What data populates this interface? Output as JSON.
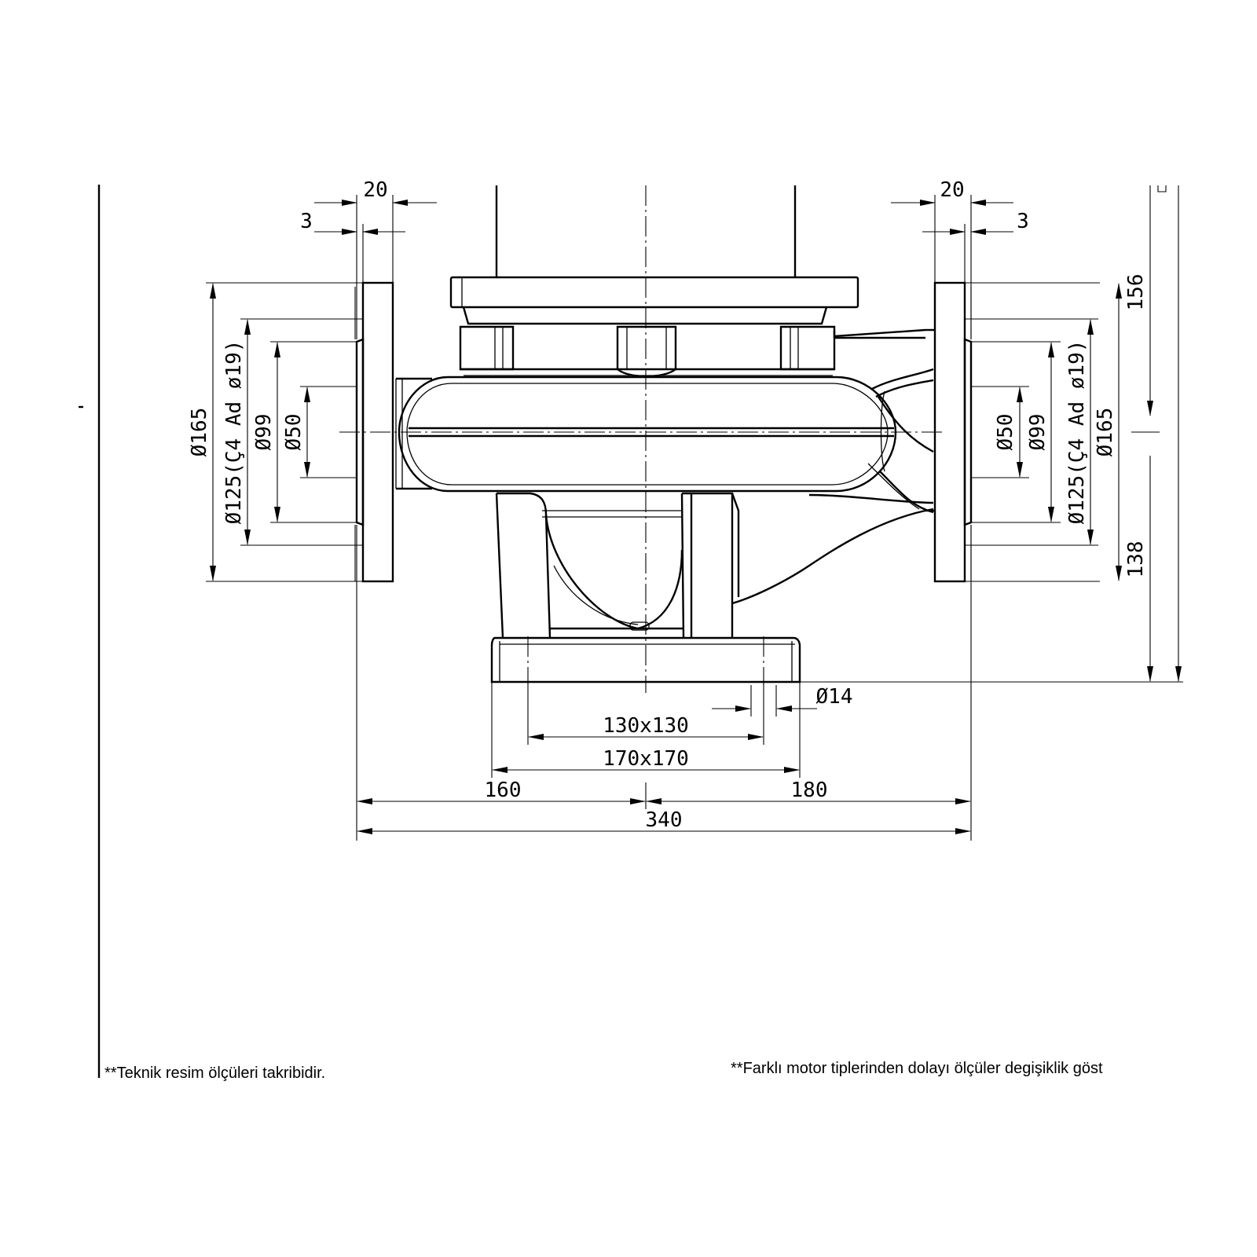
{
  "dimensions": {
    "flange_thickness_left": "20",
    "gasket_left": "3",
    "flange_thickness_right": "20",
    "gasket_right": "3",
    "flange_od_left": "Ø165",
    "bolt_circle_left": "Ø125(Ç4 Ad ø19)",
    "raised_face_left": "Ø99",
    "bore_left": "Ø50",
    "flange_od_right": "Ø165",
    "bolt_circle_right": "Ø125(Ç4 Ad ø19)",
    "raised_face_right": "Ø99",
    "bore_right": "Ø50",
    "height_upper": "156",
    "height_lower": "138",
    "base_hole": "Ø14",
    "base_hole_spacing": "130x130",
    "base_size": "170x170",
    "left_to_center": "160",
    "center_to_right": "180",
    "overall_length": "340"
  },
  "notes": {
    "left": "**Teknik resim ölçüleri takribidir.",
    "right": "**Farklı motor tiplerinden dolayı ölçüler degişiklik göst"
  }
}
